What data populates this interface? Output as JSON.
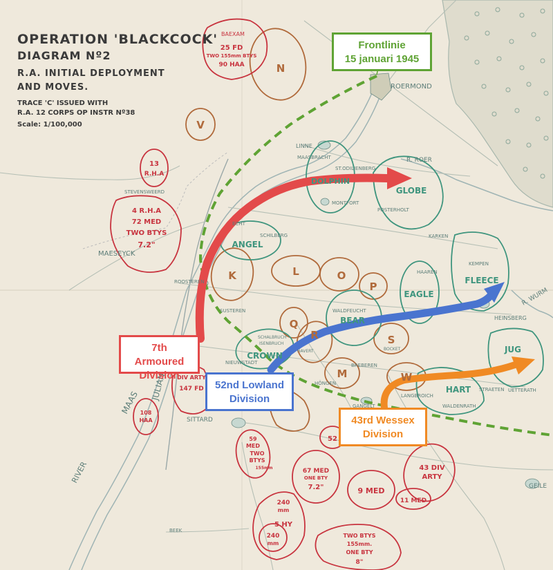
{
  "title": {
    "line1": "OPERATION 'BLACKCOCK'",
    "line2": "DIAGRAM Nº2",
    "line3": "R.A. INITIAL DEPLOYMENT",
    "line4": "AND MOVES.",
    "line5": "TRACE 'C' ISSUED WITH",
    "line6": "R.A. 12 CORPS OP INSTR Nº38",
    "line7": "Scale: 1/100,000"
  },
  "callouts": {
    "frontline": {
      "line1": "Frontlinie",
      "line2": "15 januari 1945",
      "color": "#5fa334"
    },
    "armoured": {
      "line1": "7th Armoured",
      "line2": "Division",
      "color": "#e34a4a"
    },
    "lowland": {
      "line1": "52nd Lowland",
      "line2": "Division",
      "color": "#4a74cf"
    },
    "wessex": {
      "line1": "43rd Wessex",
      "line2": "Division",
      "color": "#f08a24"
    }
  },
  "places": {
    "baexam": "BAEXAM",
    "roermond": "ROERMOND",
    "linne": "LINNE",
    "maasbracht": "MAASBRACHT",
    "roer": "R. ROER",
    "odilienberg": "ST.ODILIENBERG",
    "montfort": "MONTFORT",
    "posterholt": "POSTERHOLT",
    "stevensweerd": "STEVENSWEERD",
    "maeseyck": "MAESEYCK",
    "schilberg": "SCHILBERG",
    "echt": "ECHT",
    "karken": "KARKEN",
    "kempen": "KEMPEN",
    "haaren": "HAAREN",
    "roosteren": "ROOSTEREN",
    "susteren": "SUSTEREN",
    "waldfeucht": "WALDFEUCHT",
    "wurm": "R. WURM",
    "heinsberg": "HEINSBERG",
    "schalbruch": "SCHALBRUCH",
    "isenbruch": "ISENBRUCH",
    "havert": "HAVERT",
    "nieuwstadt": "NIEUWSTADT",
    "bocket": "BOCKET",
    "breberen": "BREBEREN",
    "hongen": "HÖNGEN",
    "gangelt": "GANGELT",
    "langbroich": "LANGBROICH",
    "waldenrath": "WALDENRATH",
    "straeten": "STRAETEN",
    "uetterath": "UETTERATH",
    "sittard": "SITTARD",
    "geilenkirchen": "GEILE",
    "beek": "BEEK",
    "maas": "MAAS",
    "river": "RIVER",
    "canal": "JULIANA CANAL"
  },
  "red_units": {
    "fd25": {
      "l1": "25 FD",
      "l2": "TWO 155mm BTYS",
      "l3": "90 HAA"
    },
    "rha13": {
      "l1": "13",
      "l2": "R.H.A"
    },
    "rha4": {
      "l1": "4 R.H.A",
      "l2": "72 MED",
      "l3": "TWO BTYS",
      "l4": "7.2\""
    },
    "divarty147": {
      "l1": "DIV ARTY",
      "l2": "147 FD"
    },
    "haa108": {
      "l1": "108",
      "l2": "HAA"
    },
    "med59": {
      "l1": "59",
      "l2": "MED",
      "l3": "TWO",
      "l4": "BTYS",
      "l5": "155mm"
    },
    "u52": {
      "l1": "52"
    },
    "med67": {
      "l1": "67 MED",
      "l2": "ONE BTY",
      "l3": "7.2\""
    },
    "med9": {
      "l1": "9 MED"
    },
    "divarty43": {
      "l1": "43 DIV",
      "l2": "ARTY"
    },
    "med11": {
      "l1": "11 MED"
    },
    "mm240a": {
      "l1": "240",
      "l2": "mm"
    },
    "hy5": {
      "l1": "5 HY"
    },
    "mm240b": {
      "l1": "240",
      "l2": "mm"
    },
    "btys155": {
      "l1": "TWO BTYS",
      "l2": "155mm.",
      "l3": "ONE BTY",
      "l4": "8\""
    }
  },
  "brown_units": {
    "n": "N",
    "v": "V",
    "k": "K",
    "l": "L",
    "o": "O",
    "p": "P",
    "q": "Q",
    "r": "R",
    "s": "S",
    "m": "M",
    "w": "W"
  },
  "green_units": {
    "dolphin": "DOLPHIN",
    "globe": "GLOBE",
    "angel": "ANGEL",
    "fleece": "FLEECE",
    "eagle": "EAGLE",
    "bear": "BEAR",
    "crown": "CROWN",
    "jug": "JUG",
    "hart": "HART"
  },
  "colors": {
    "paper": "#efe9dc",
    "ink_red": "#c8343f",
    "ink_brown": "#b06a3b",
    "ink_green": "#3f957e",
    "ink_dark": "#3a3a3a",
    "frontline": "#5fa334",
    "arrow_red": "#e34a4a",
    "arrow_blue": "#4a74cf",
    "arrow_orange": "#f08a24"
  }
}
